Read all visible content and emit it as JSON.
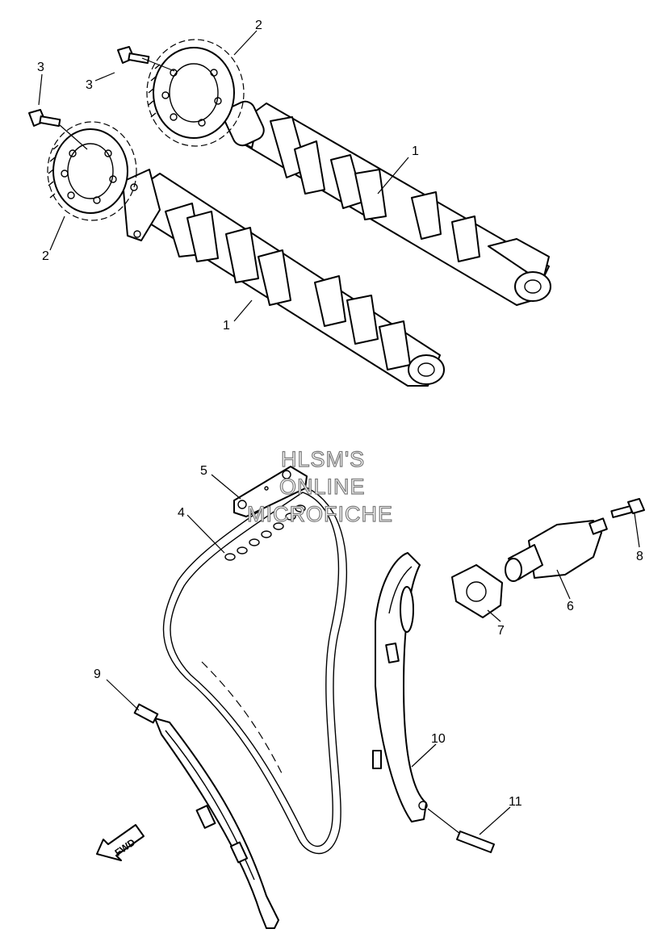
{
  "watermark": {
    "line1": "HLSM'S",
    "line2": "ONLINE",
    "line3": "MICROFICHE"
  },
  "direction_marker": "FWD",
  "callouts": {
    "camshaft_upper": "1",
    "camshaft_lower": "1",
    "sprocket_upper": "2",
    "sprocket_lower": "2",
    "bolt_upper": "3",
    "bolt_lower": "3",
    "chain": "4",
    "chain_guide_top": "5",
    "tensioner": "6",
    "gasket": "7",
    "tensioner_bolt": "8",
    "guide_bolt": "9",
    "guide_rear": "10",
    "pin": "11"
  }
}
